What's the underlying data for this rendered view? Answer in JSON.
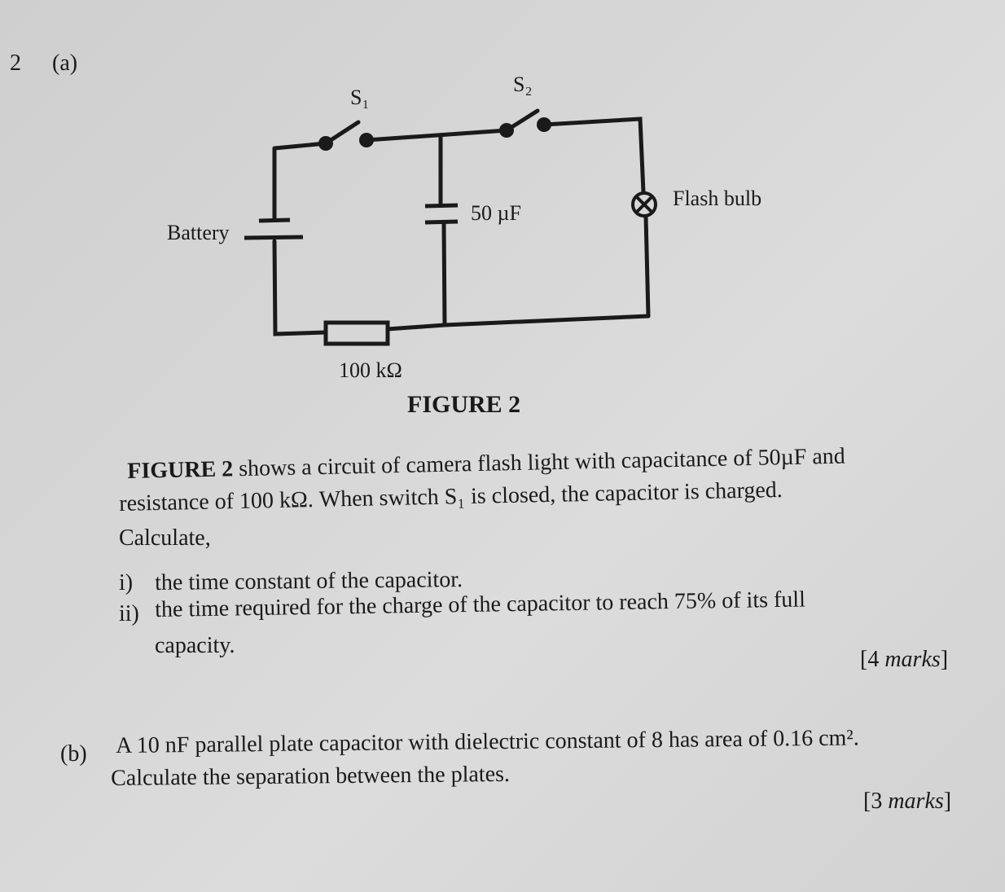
{
  "question": {
    "number": "2",
    "part_a_label": "(a)",
    "part_b_label": "(b)"
  },
  "figure": {
    "labels": {
      "s1": "S₁",
      "s2": "S₂",
      "battery": "Battery",
      "capacitor": "50 µF",
      "flash_bulb": "Flash bulb",
      "resistor": "100 kΩ"
    },
    "caption": "FIGURE 2"
  },
  "part_a": {
    "line1_bold": "FIGURE 2",
    "line1_rest": " shows a circuit of camera flash light with capacitance of 50µF and",
    "line2": "resistance of 100 kΩ. When switch S₁ is closed, the capacitor is charged.",
    "line3": "Calculate,",
    "items": [
      {
        "num": "i)",
        "text": "the time constant of the capacitor."
      },
      {
        "num": "ii)",
        "text": "the time required for the charge of the capacitor to reach 75% of its full",
        "cont": "capacity."
      }
    ],
    "marks_number": "4",
    "marks_word": "marks"
  },
  "part_b": {
    "line1": "A 10 nF parallel plate capacitor with dielectric constant of 8 has area of 0.16 cm².",
    "line2": "Calculate the separation between the plates.",
    "marks_number": "3",
    "marks_word": "marks"
  }
}
